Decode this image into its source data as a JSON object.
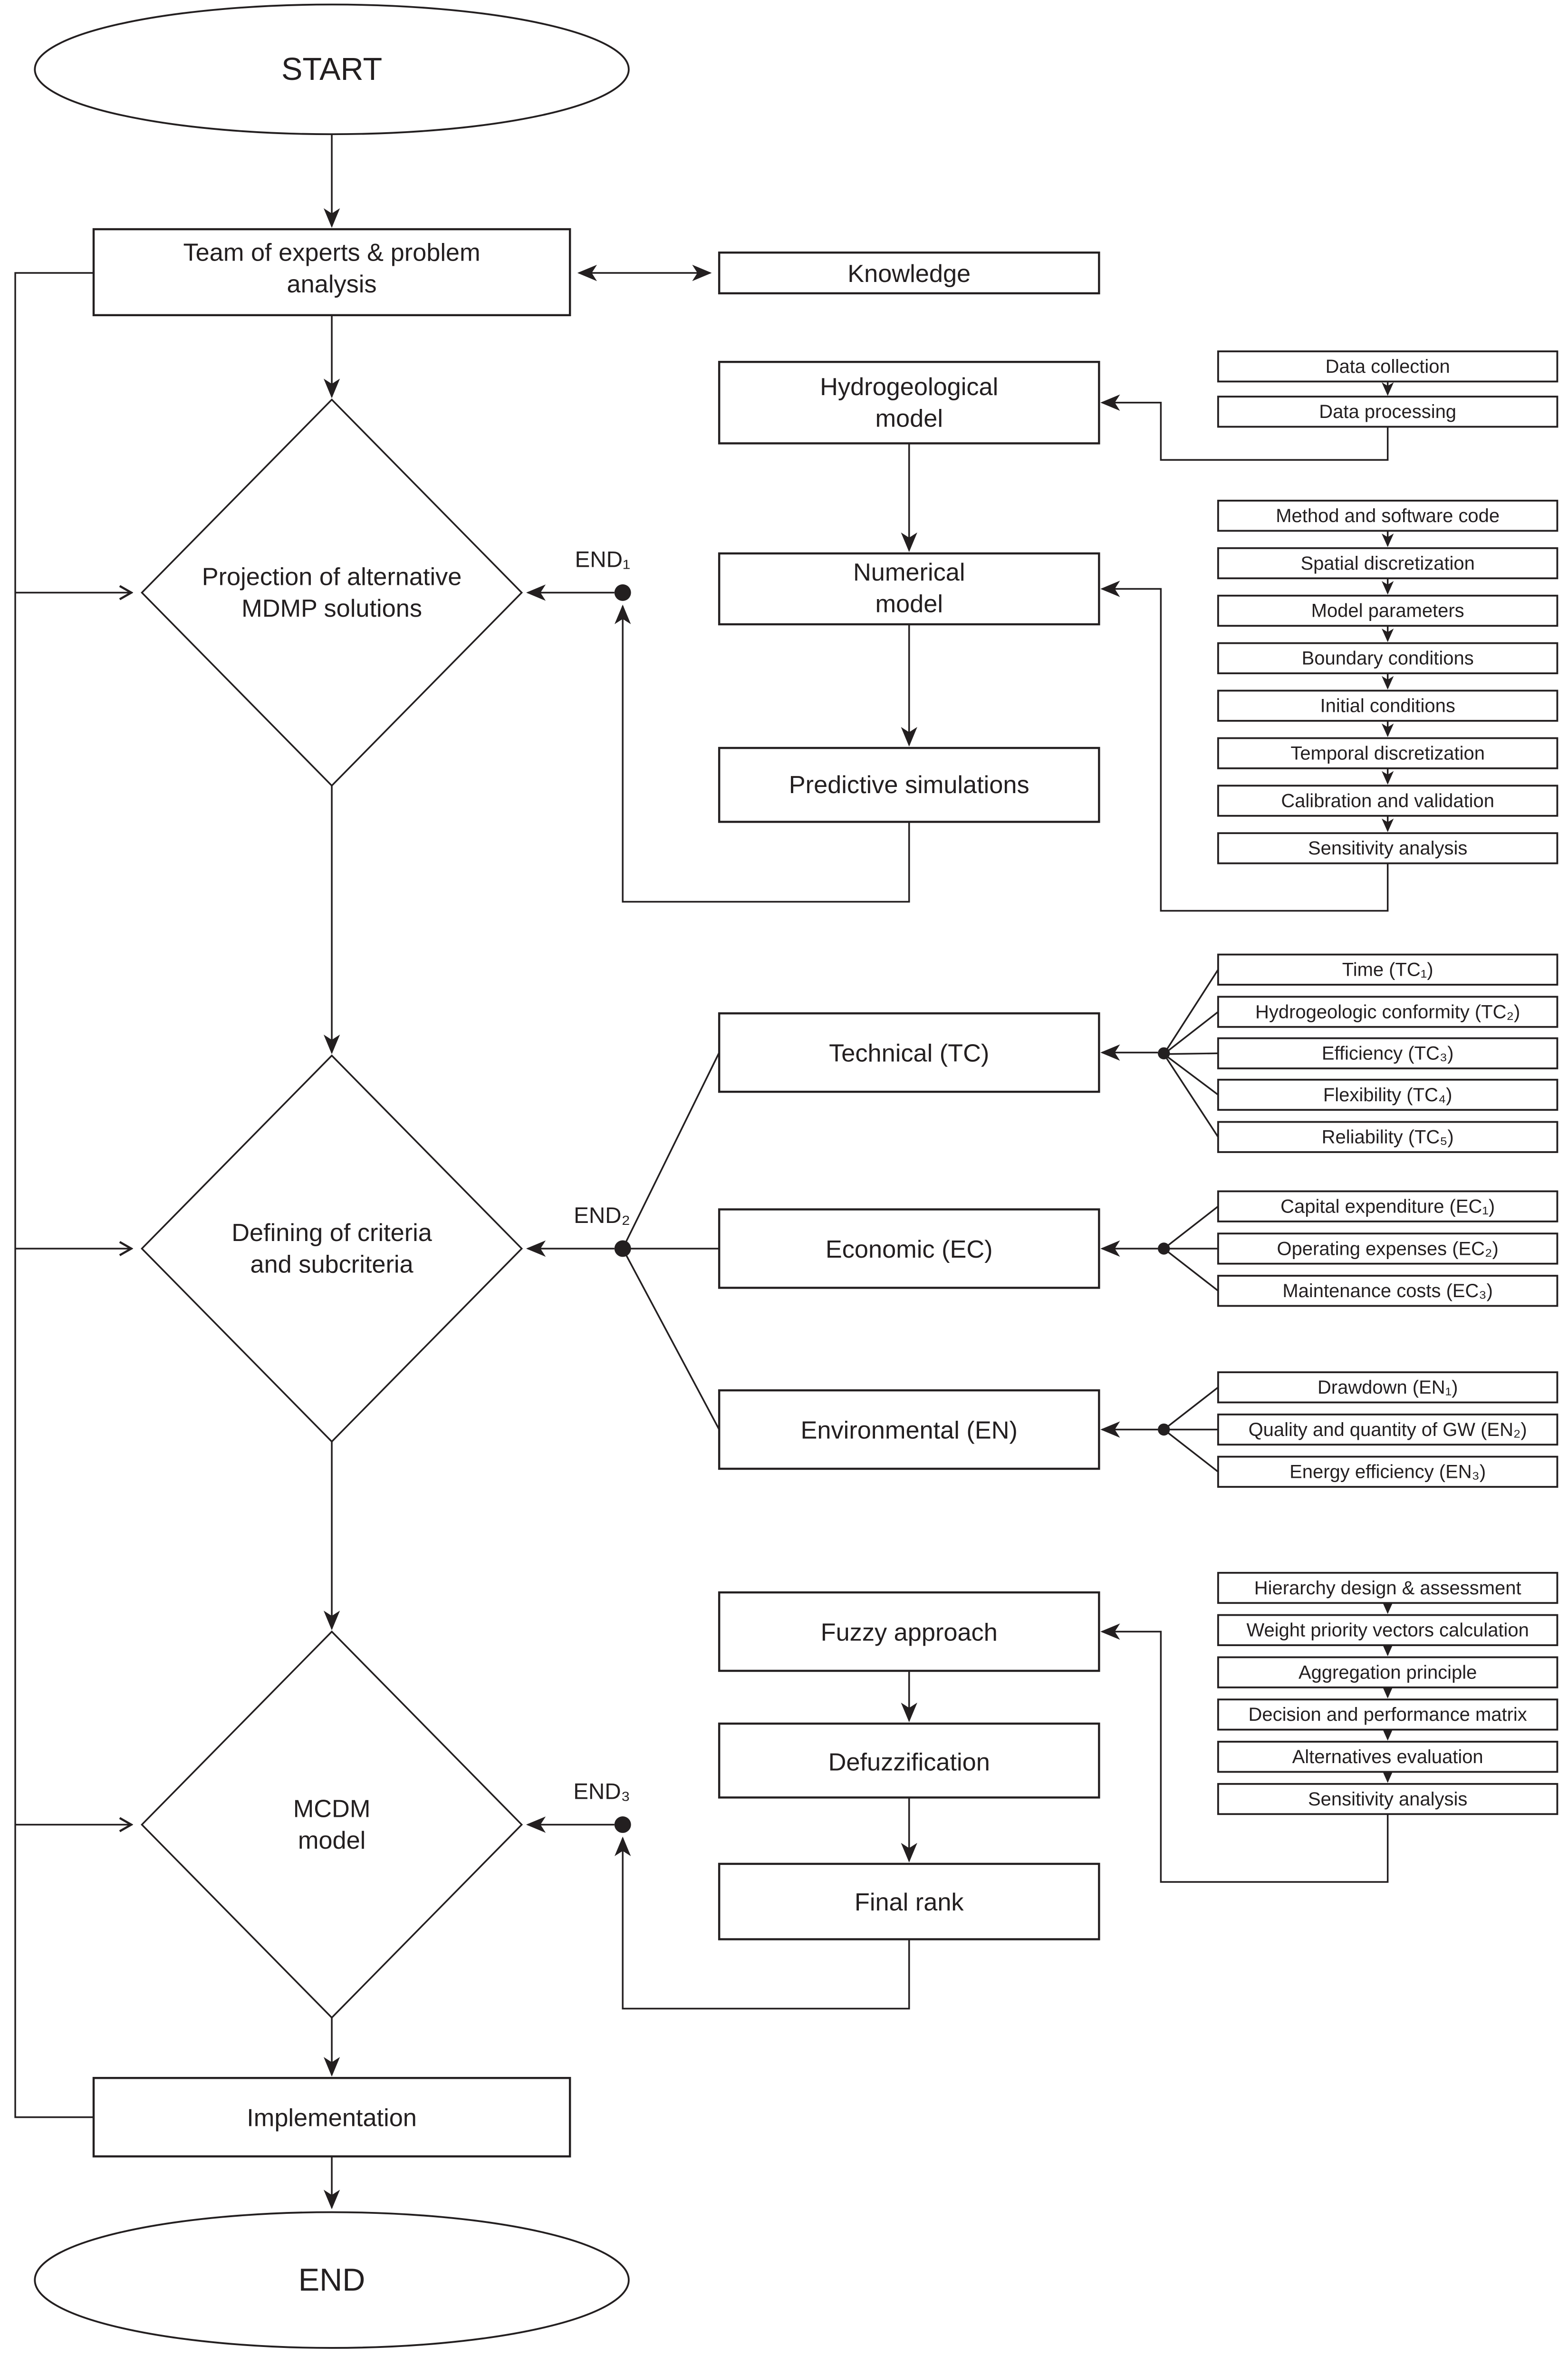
{
  "colors": {
    "ink": "#231f20",
    "background": "#ffffff"
  },
  "nodes": {
    "start": "START",
    "team": {
      "line1": "Team of experts & problem",
      "line2": "analysis"
    },
    "knowledge": "Knowledge",
    "projection_diamond": {
      "line1": "Projection of alternative",
      "line2": "MDMP solutions"
    },
    "hydrogeological": {
      "line1": "Hydrogeological",
      "line2": "model"
    },
    "data_collection": "Data collection",
    "data_processing": "Data processing",
    "numerical": {
      "line1": "Numerical",
      "line2": "model"
    },
    "predictive": "Predictive simulations",
    "defining_diamond": {
      "line1": "Defining of criteria",
      "line2": "and subcriteria"
    },
    "technical": "Technical (TC)",
    "economic": "Economic (EC)",
    "environmental": "Environmental (EN)",
    "mcdm_diamond": {
      "line1": "MCDM",
      "line2": "model"
    },
    "fuzzy": "Fuzzy approach",
    "defuzzification": "Defuzzification",
    "final_rank": "Final rank",
    "implementation": "Implementation",
    "end": "END"
  },
  "end_labels": {
    "end1": "END₁",
    "end2": "END₂",
    "end3": "END₃"
  },
  "numerical_model_steps": [
    "Method and software code",
    "Spatial discretization",
    "Model parameters",
    "Boundary conditions",
    "Initial conditions",
    "Temporal discretization",
    "Calibration and validation",
    "Sensitivity analysis"
  ],
  "tc_subcriteria": [
    "Time (TC₁)",
    "Hydrogeologic conformity (TC₂)",
    "Efficiency (TC₃)",
    "Flexibility (TC₄)",
    "Reliability (TC₅)"
  ],
  "ec_subcriteria": [
    "Capital expenditure (EC₁)",
    "Operating expenses (EC₂)",
    "Maintenance costs (EC₃)"
  ],
  "en_subcriteria": [
    "Drawdown (EN₁)",
    "Quality and quantity of GW (EN₂)",
    "Energy efficiency (EN₃)"
  ],
  "mcdm_steps": [
    "Hierarchy design & assessment",
    "Weight priority vectors calculation",
    "Aggregation principle",
    "Decision and performance matrix",
    "Alternatives evaluation",
    "Sensitivity analysis"
  ]
}
